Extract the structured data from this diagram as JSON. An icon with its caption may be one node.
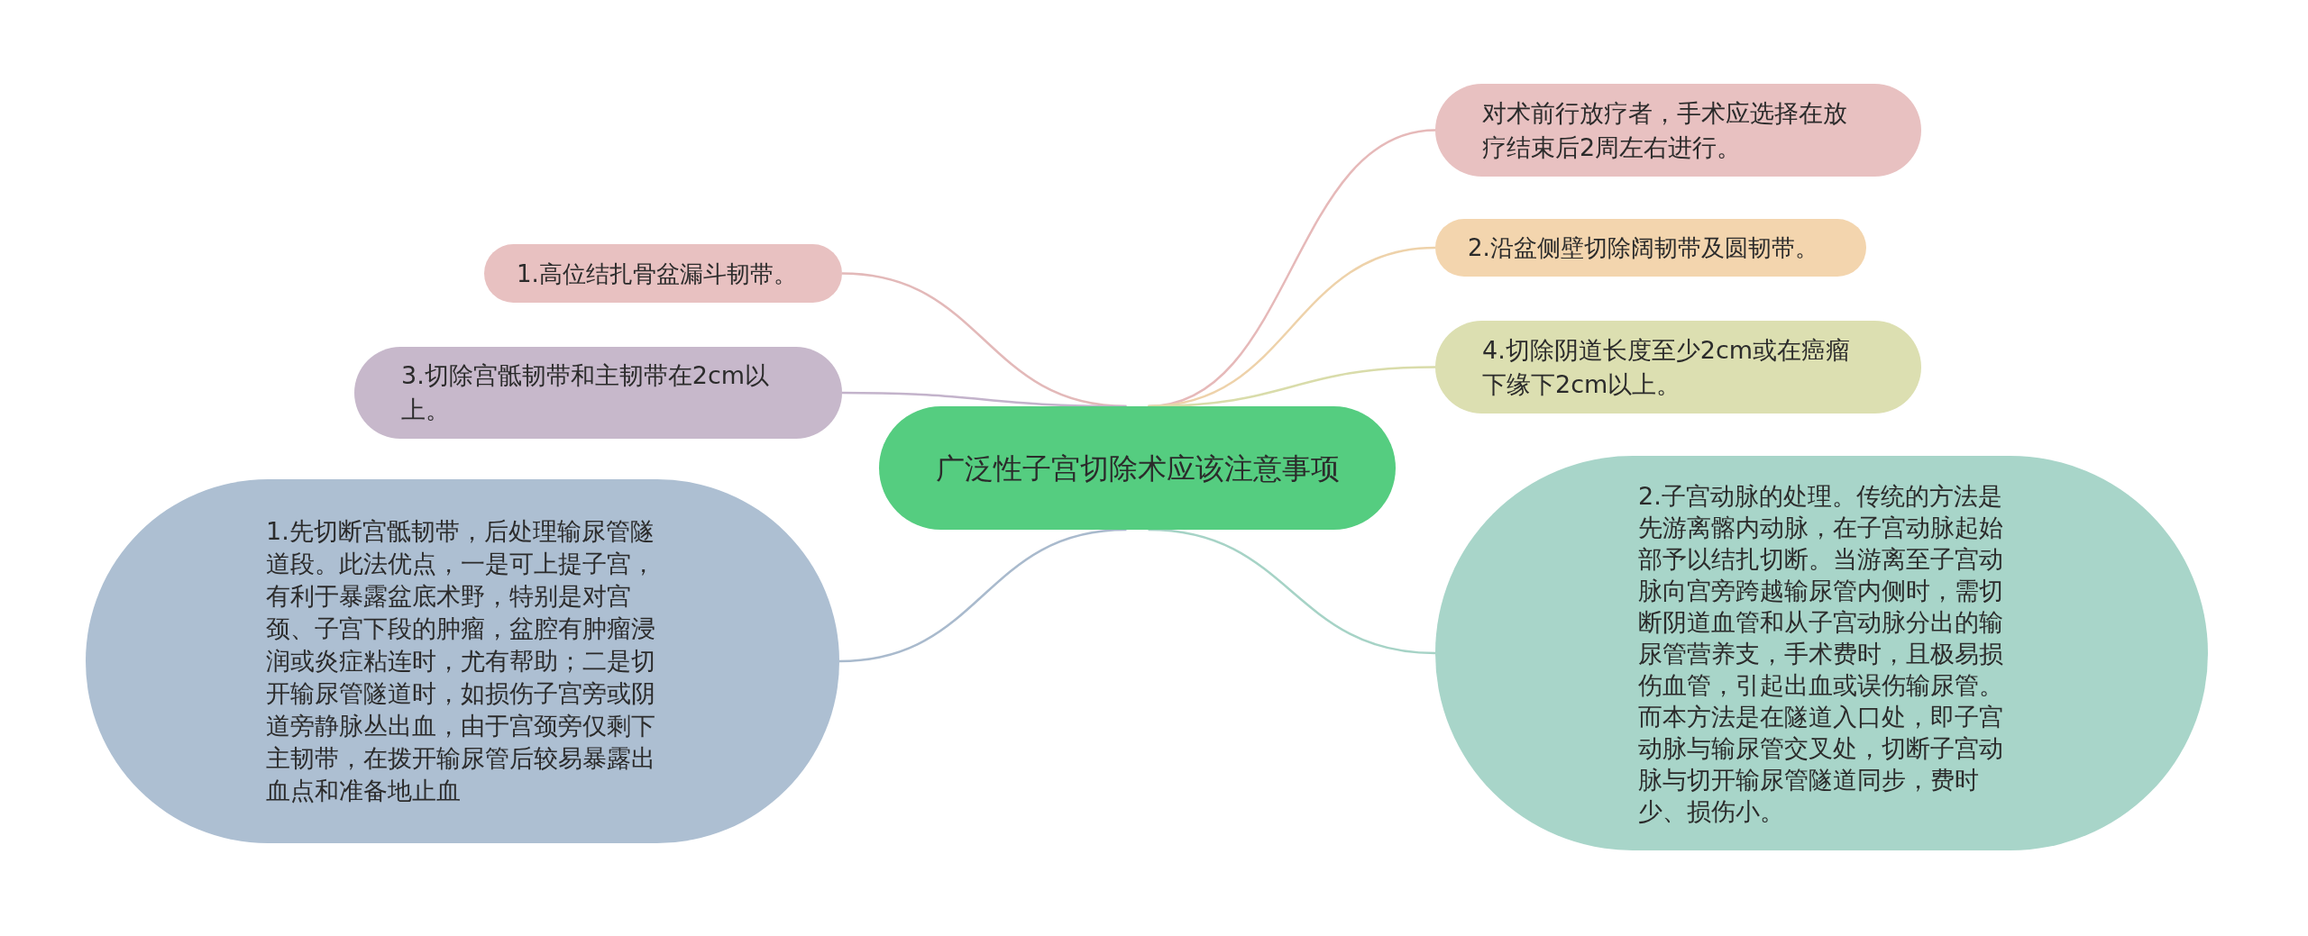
{
  "diagram": {
    "nodes": [
      {
        "text": [
          "广泛性子宫切除术应该注意事项"
        ]
      },
      {
        "text": [
          "1.高位结扎骨盆漏斗韧带。"
        ]
      },
      {
        "text": [
          "3.切除宫骶韧带和主韧带在2cm以上。"
        ]
      },
      {
        "text": [
          "1.先切断宫骶韧带，后处理输尿管隧道段。此法优点，一是可上提子宫，有利于暴露盆底术野，特别是对宫颈、子宫下段的肿瘤，盆腔有肿瘤浸润或炎症粘连时，尤有帮助；二是切开输尿管隧道时，如损伤子宫旁或阴道旁静脉丛出血，由于宫颈旁仅剩下主韧带，在拨开输尿管后较易暴露出血点和准备地止血"
        ]
      },
      {
        "text": [
          "对术前行放疗者，手术应选择在放疗结束后2周左右进行。"
        ]
      },
      {
        "text": [
          "2.沿盆侧壁切除阔韧带及圆韧带。"
        ]
      },
      {
        "text": [
          "4.切除阴道长度至少2cm或在癌瘤下缘下2cm以上。"
        ]
      },
      {
        "text": [
          "2.子宫动脉的处理。传统的方法是先游离髂内动脉，在子宫动脉起始部予以结扎切断。当游离至子宫动脉向宫旁跨越输尿管内侧时，需切断阴道血管和从子宫动脉分出的输尿管营养支，手术费时，且极易损伤血管，引起出血或误伤输尿管。而本方法是在隧道入口处，即子宫动脉与输尿管交叉处，切断子宫动脉与切开输尿管隧道同步，费时少、损伤小。"
        ]
      }
    ],
    "edges": [
      {
        "from": 0,
        "to": 1,
        "arrow": "none",
        "color": "#e3b9b9"
      },
      {
        "from": 0,
        "to": 2,
        "arrow": "none",
        "color": "#c3b3cb"
      },
      {
        "from": 0,
        "to": 3,
        "arrow": "none",
        "color": "#a9bacd"
      },
      {
        "from": 0,
        "to": 4,
        "arrow": "none",
        "color": "#e6b9b9"
      },
      {
        "from": 0,
        "to": 5,
        "arrow": "none",
        "color": "#eed2aa"
      },
      {
        "from": 0,
        "to": 6,
        "arrow": "none",
        "color": "#d9dcaa"
      },
      {
        "from": 0,
        "to": 7,
        "arrow": "none",
        "color": "#a6d3c6"
      }
    ]
  }
}
